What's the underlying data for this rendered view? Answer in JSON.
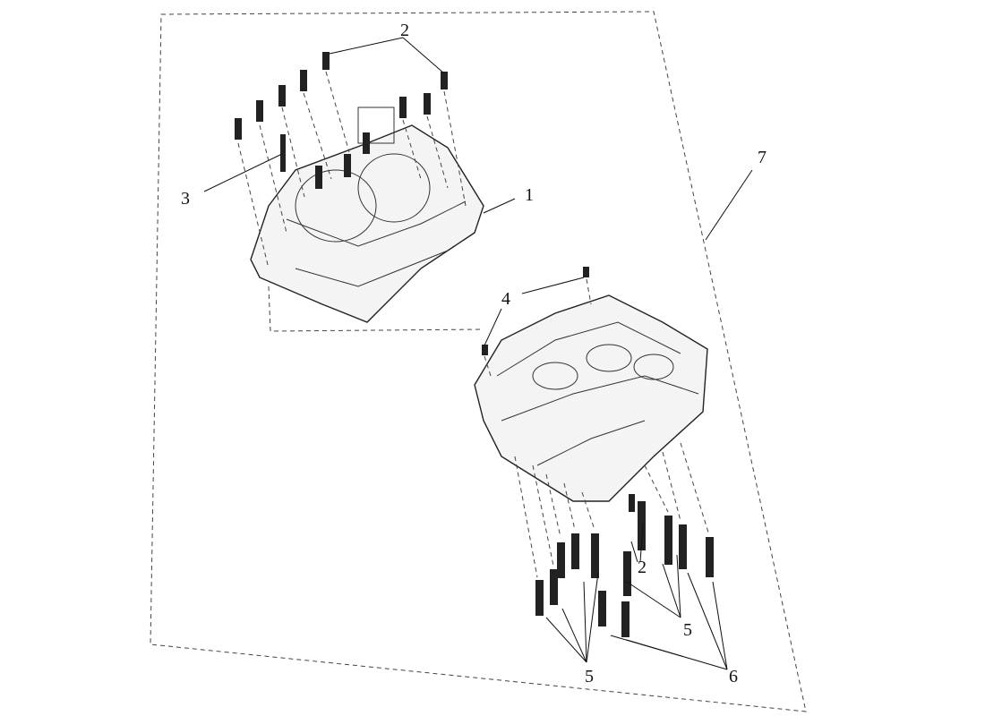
{
  "diagram": {
    "title": "Crankcase assembly exploded view",
    "callouts": [
      {
        "id": "1",
        "text": "1"
      },
      {
        "id": "2",
        "text": "2"
      },
      {
        "id": "3",
        "text": "3"
      },
      {
        "id": "4",
        "text": "4"
      },
      {
        "id": "5a",
        "text": "5"
      },
      {
        "id": "5b",
        "text": "5"
      },
      {
        "id": "6",
        "text": "6"
      },
      {
        "id": "7",
        "text": "7"
      },
      {
        "id": "2b",
        "text": "2"
      }
    ]
  }
}
